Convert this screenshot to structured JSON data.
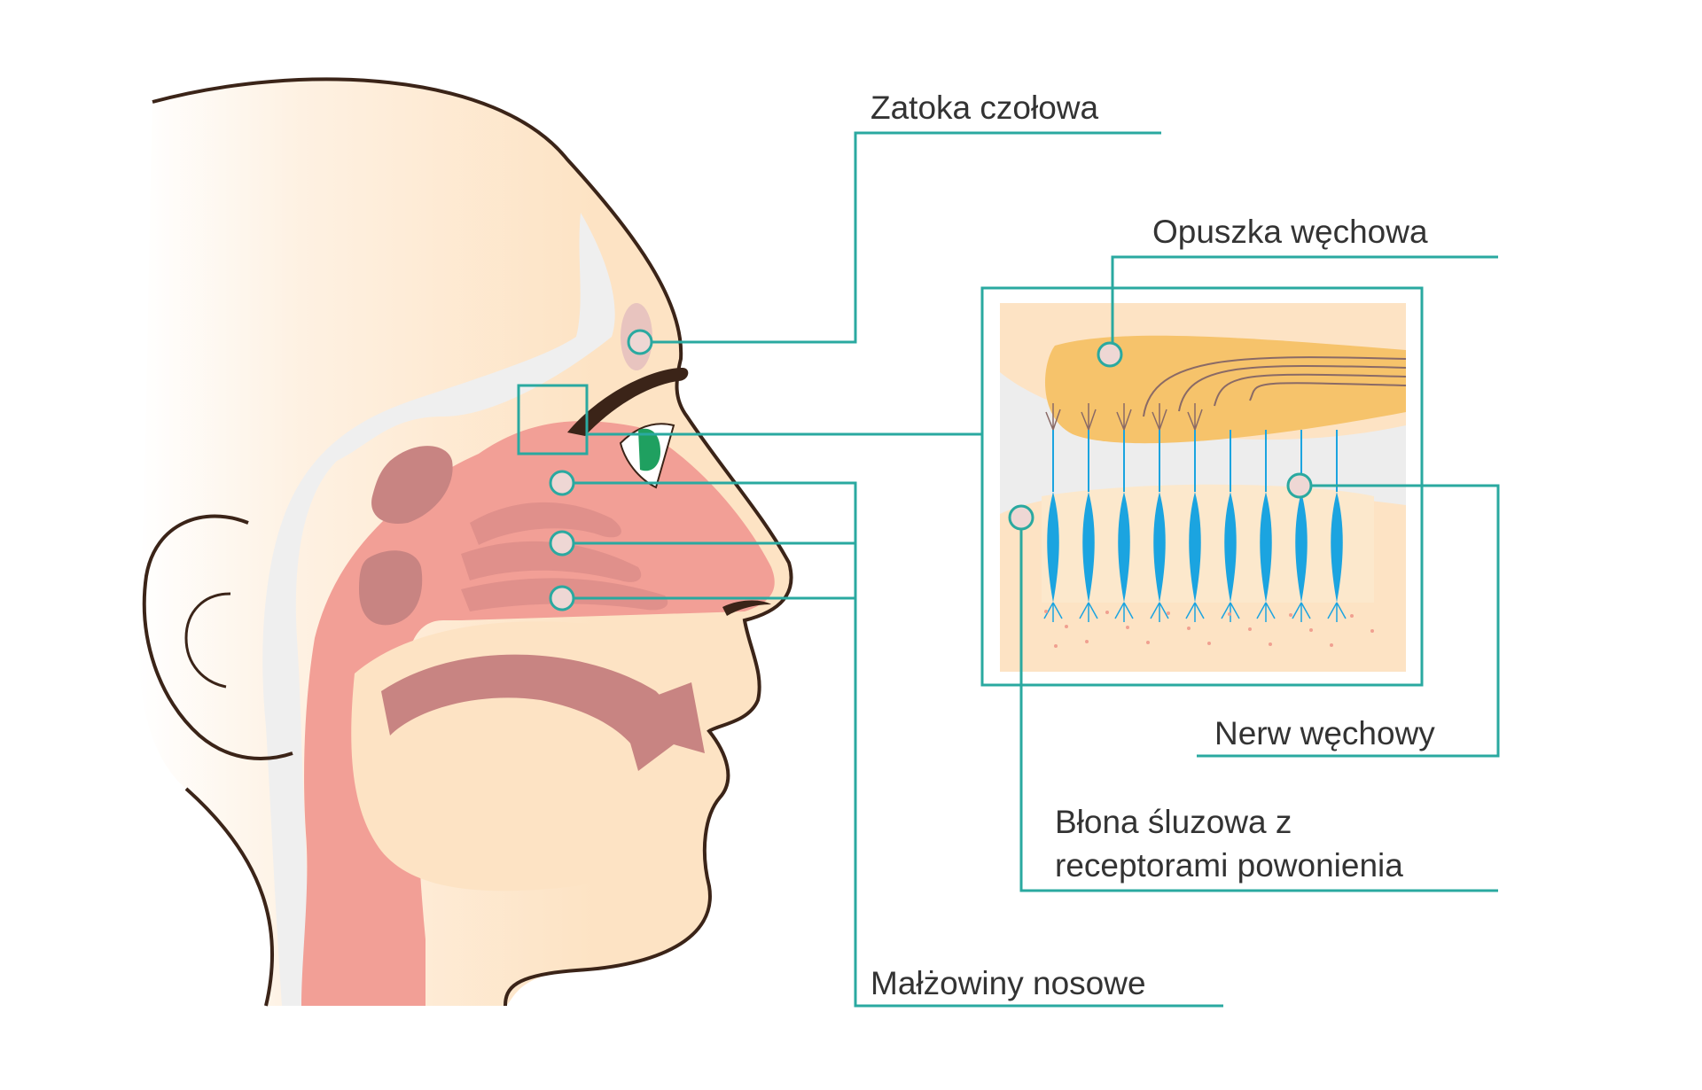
{
  "labels": {
    "frontal_sinus": "Zatoka czołowa",
    "olfactory_bulb": "Opuszka węchowa",
    "olfactory_nerve": "Nerw węchowy",
    "mucosa_line1": "Błona śluzowa z",
    "mucosa_line2": "receptorami powonienia",
    "nasal_conchae": "Małżowiny nosowe"
  },
  "colors": {
    "leader_line": "#2aa9a0",
    "skin_light": "#fde3c4",
    "skin_pale": "#fef1e2",
    "nasal_cavity": "#f29f96",
    "cavity_dark": "#c88482",
    "bone": "#efefef",
    "outline": "#3b2418",
    "bulb": "#f6c36b",
    "receptor": "#1ba4e0",
    "eye_iris": "#1fa060",
    "nerve_lines": "#8a6a66"
  }
}
